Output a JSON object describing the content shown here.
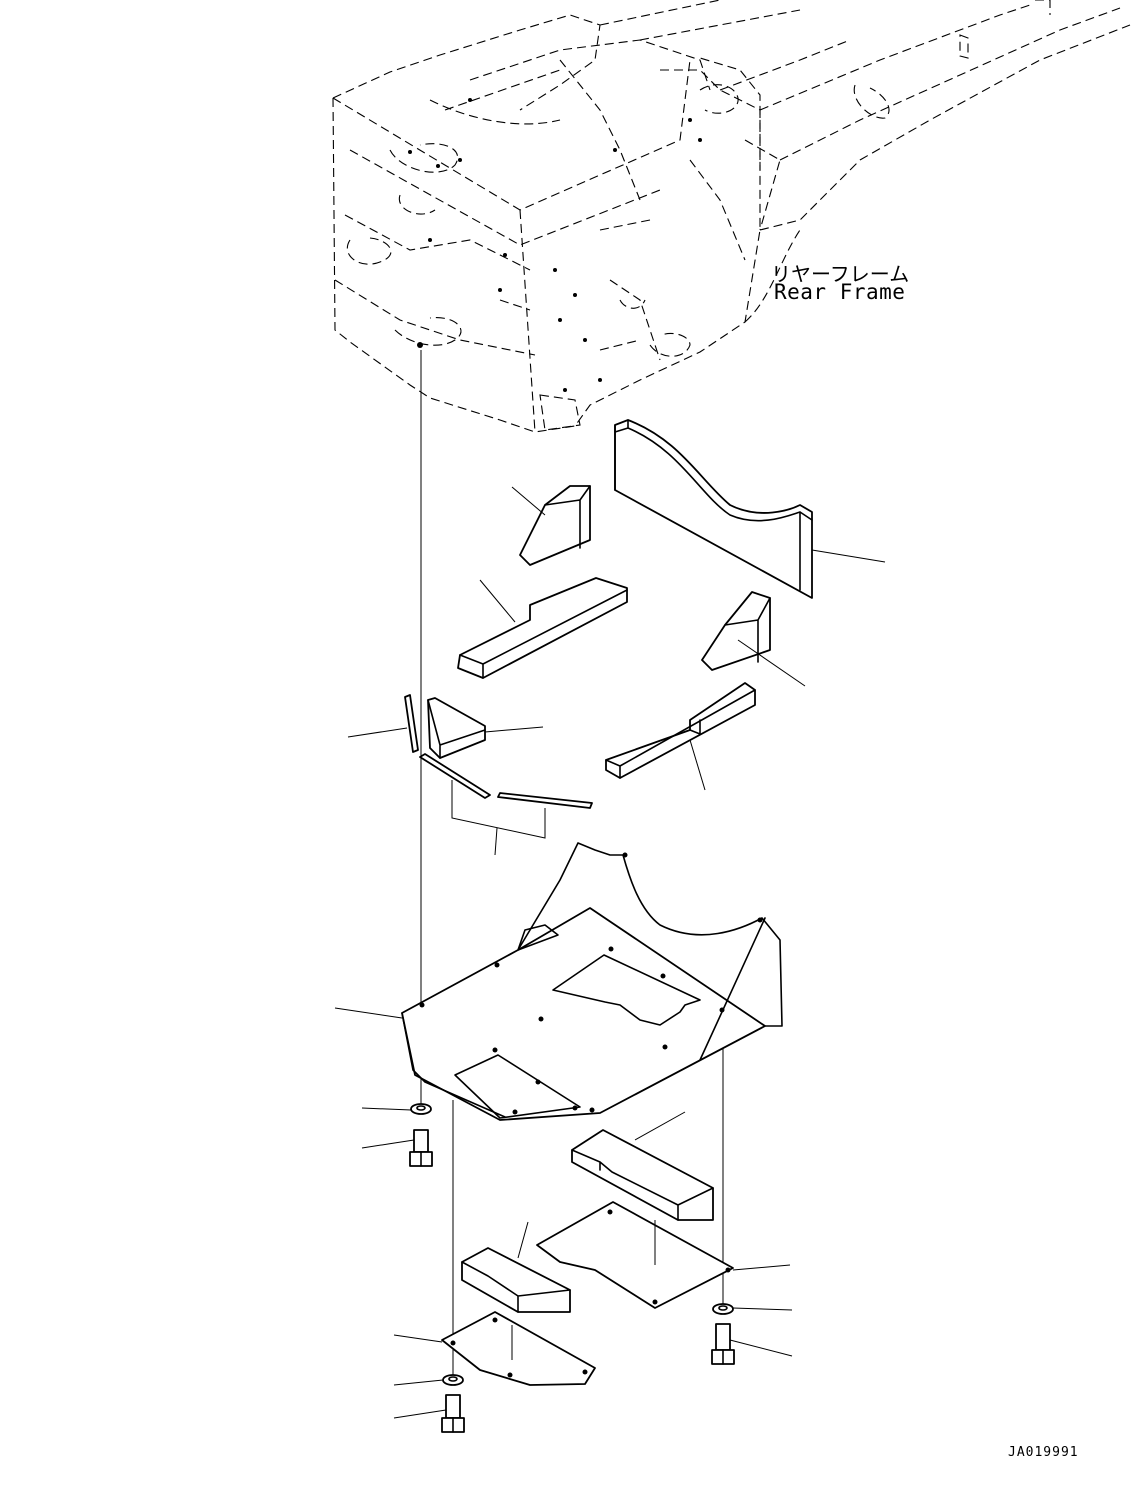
{
  "title_jp": "リヤーフレーム",
  "title_en": "Rear Frame",
  "drawing_id": "JA019991",
  "colors": {
    "line": "#000000",
    "background": "#ffffff"
  }
}
